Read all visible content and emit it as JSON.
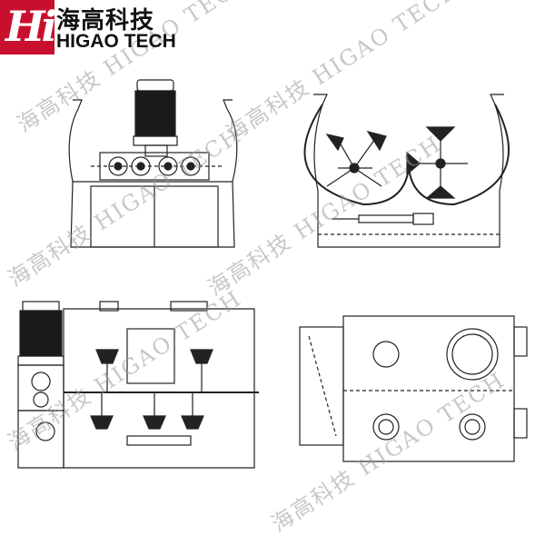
{
  "logo": {
    "letters": "Hi",
    "color": "#c8102e"
  },
  "brand": {
    "name_cn": "海高科技",
    "name_en": "HIGAO TECH"
  },
  "watermark": {
    "text_cn": "海高科技",
    "text_en": "HIGAO TECH"
  }
}
